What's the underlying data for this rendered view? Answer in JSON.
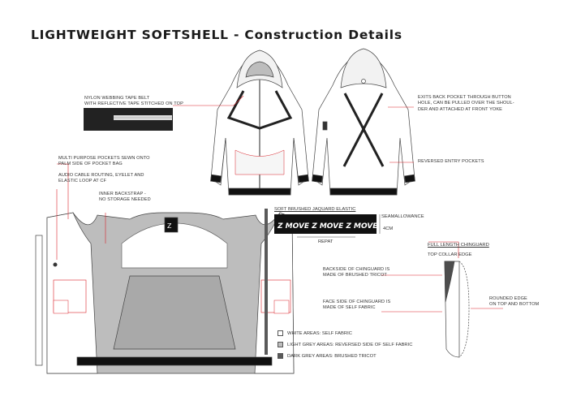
{
  "title": "LIGHTWEIGHT SOFTSHELL - Construction Details",
  "notes": {
    "webbing": [
      "NYLON WEBBING TAPE BELT",
      "WITH REFLECTIVE TAPE STITCHED ON TOP"
    ],
    "pockets": [
      "MULTI PURPOSE POCKETS SEWN ONTO",
      "PALM SIDE OF POCKET BAG"
    ],
    "audio": [
      "AUDIO CABLE ROUTING, EYELET AND",
      "ELASTIC LOOP AT CF"
    ],
    "backstrap": [
      "INNER BACKSTRAP -",
      "NO STORAGE NEEDED"
    ],
    "exits": [
      "EXITS BACK POCKET THROUGH BUTTON",
      "HOLE, CAN BE PULLED OVER THE SHOUL-",
      "DER AND ATTACHED AT FRONT YOKE"
    ],
    "reversed": "REVERSED ENTRY POCKETS"
  },
  "elastic": {
    "heading": "SOFT BRUSHED JAQUARD ELASTIC",
    "pattern_text": "MOVE",
    "seam": "SEAMALLOWANCE",
    "height": "4CM",
    "repeat": "REPAT"
  },
  "chinguard": {
    "heading": "FULL LENGTH CHINGUARD",
    "top_edge": "TOP COLLAR EDGE",
    "back": [
      "BACKSIDE OF CHINGUARD IS",
      "MADE OF BRUSHED TRICOT"
    ],
    "face": [
      "FACE SIDE OF CHINGUARD IS",
      "MADE OF SELF FABRIC"
    ],
    "rounded": [
      "ROUNDED EDGE",
      "ON TOP AND BOTTOM"
    ]
  },
  "legend": [
    {
      "label": "WHITE AREAS: SELF FABRIC",
      "color": "#ffffff"
    },
    {
      "label": "LIGHT GREY AREAS: REVERSED SIDE OF SELF FABRIC",
      "color": "#bdbdbd"
    },
    {
      "label": "DARK GREY AREAS: BRUSHED TRICOT",
      "color": "#5a5a5a"
    }
  ],
  "colors": {
    "accent": "#d9232a",
    "light_grey": "#bdbdbd",
    "dark_grey": "#5a5a5a",
    "black": "#111111"
  }
}
